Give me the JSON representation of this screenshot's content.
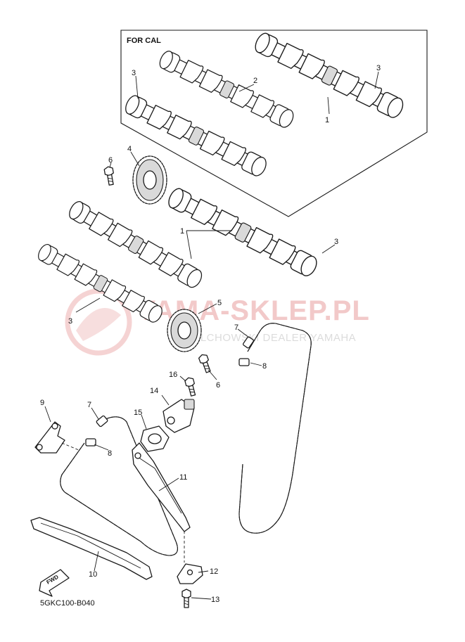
{
  "box_label": "FOR CAL",
  "diagram_code": "5GKC100-B040",
  "fwd_label": "FWD",
  "watermark": {
    "title": "YAMA-SKLEP.PL",
    "subtitle": "WOLCHOWSKI DEALER YAMAHA"
  },
  "callouts": {
    "c1a": "1",
    "c1b": "1",
    "c2": "2",
    "c3a": "3",
    "c3b": "3",
    "c3c": "3",
    "c3d": "3",
    "c4": "4",
    "c5": "5",
    "c6a": "6",
    "c6b": "6",
    "c7a": "7",
    "c7b": "7",
    "c8a": "8",
    "c8b": "8",
    "c9": "9",
    "c10": "10",
    "c11": "11",
    "c12": "12",
    "c13": "13",
    "c14": "14",
    "c15": "15",
    "c16": "16"
  }
}
